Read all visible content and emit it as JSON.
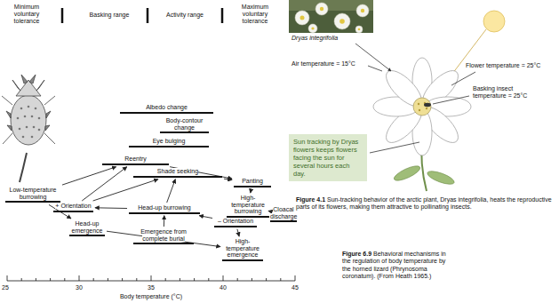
{
  "diagram": {
    "nodes": [
      {
        "text": [
          "Albedo change"
        ]
      },
      {
        "text": [
          "Body-contour change"
        ]
      },
      {
        "text": [
          "Eye bulging"
        ]
      },
      {
        "text": [
          "Reentry"
        ]
      },
      {
        "text": [
          "Shade seeking"
        ]
      },
      {
        "text": [
          "Panting"
        ]
      },
      {
        "text": [
          "Low-temperature burrowing"
        ]
      },
      {
        "text": [
          "High-temperature burrowing"
        ]
      },
      {
        "text": [
          "Cloacal discharge"
        ]
      },
      {
        "text": [
          "+ Orientation"
        ]
      },
      {
        "text": [
          "Head-up burrowing"
        ]
      },
      {
        "text": [
          "– Orientation"
        ]
      },
      {
        "text": [
          "Head-up emergence"
        ]
      },
      {
        "text": [
          "Emergence from complete burial"
        ]
      },
      {
        "text": [
          "High-temperature emergence"
        ]
      },
      {
        "text": [
          "Sun tracking by Dryas flowers keeps flowers facing the sun for several hours each day."
        ]
      }
    ],
    "edges": [
      {
        "from": 6,
        "to": 3,
        "arrow": "to"
      },
      {
        "from": 6,
        "to": 12,
        "arrow": "to"
      },
      {
        "from": 12,
        "to": 14,
        "arrow": "to"
      },
      {
        "from": 9,
        "to": 3,
        "arrow": "to"
      },
      {
        "from": 9,
        "to": 4,
        "arrow": "to"
      },
      {
        "from": 10,
        "to": 4,
        "arrow": "to"
      },
      {
        "from": 10,
        "to": 9,
        "arrow": "to"
      },
      {
        "from": 13,
        "to": 10,
        "arrow": "to"
      },
      {
        "from": 3,
        "to": 5,
        "arrow": "to"
      },
      {
        "from": 4,
        "to": 5,
        "arrow": "to"
      },
      {
        "from": 5,
        "to": 7,
        "arrow": "to"
      },
      {
        "from": 7,
        "to": 8,
        "arrow": "to"
      },
      {
        "from": 11,
        "to": 10,
        "arrow": "to"
      },
      {
        "from": 11,
        "to": 14,
        "arrow": "to"
      }
    ],
    "labels": [
      "Minimum voluntary tolerance",
      "Basking range",
      "Activity range",
      "Maximum voluntary tolerance",
      "25",
      "30",
      "35",
      "40",
      "45",
      "Body temperature (°C)",
      "Dryas integrifolia",
      "Air temperature = 15°C",
      "Flower temperature = 25°C",
      "Basking insect temperature = 25°C",
      "Figure 4.1",
      "Sun-tracking behavior of the arctic plant, Dryas integrifolia, heats the reproductive parts of its flowers, making them attractive to pollinating insects.",
      "Figure 6.9",
      "Behavioral mechanisms in the regulation of body temperature by the horned lizard (Phrynosoma coronatum). (From Heath 1965.)"
    ]
  }
}
